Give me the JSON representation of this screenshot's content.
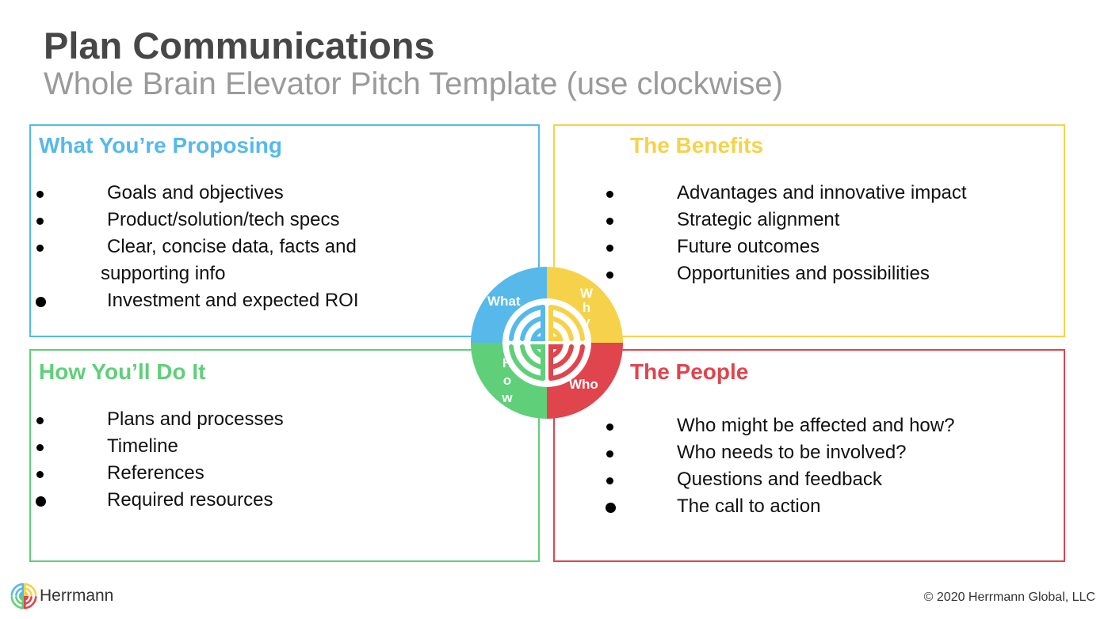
{
  "header": {
    "title": "Plan Communications",
    "subtitle": "Whole Brain Elevator Pitch Template (use clockwise)"
  },
  "quadrants": {
    "what": {
      "title": "What You’re Proposing",
      "items": [
        "Goals and objectives",
        "Product/solution/tech specs",
        "Clear, concise data, facts and",
        "supporting info",
        "Investment and expected ROI"
      ]
    },
    "why": {
      "title": "The Benefits",
      "items": [
        "Advantages and innovative impact",
        "Strategic alignment",
        "Future outcomes",
        "Opportunities and possibilities"
      ]
    },
    "how": {
      "title": "How You’ll Do It",
      "items": [
        "Plans and processes",
        "Timeline",
        "References",
        "Required resources"
      ]
    },
    "who": {
      "title": "The People",
      "items": [
        "Who might be affected and how?",
        "Who needs to be involved?",
        "Questions and feedback",
        "The call to action"
      ]
    }
  },
  "wheel": {
    "labels": {
      "what": "What",
      "why": [
        "W",
        "h",
        "y"
      ],
      "how": [
        "H",
        "o",
        "w"
      ],
      "who": "Who"
    },
    "icon": "whole-brain-logo-icon"
  },
  "footer": {
    "brand": "Herrmann",
    "copyright": "© 2020 Herrmann Global, LLC"
  },
  "colors": {
    "blue": "#56b9ea",
    "yellow": "#f6d24a",
    "green": "#5fcf79",
    "red": "#e0444d"
  }
}
